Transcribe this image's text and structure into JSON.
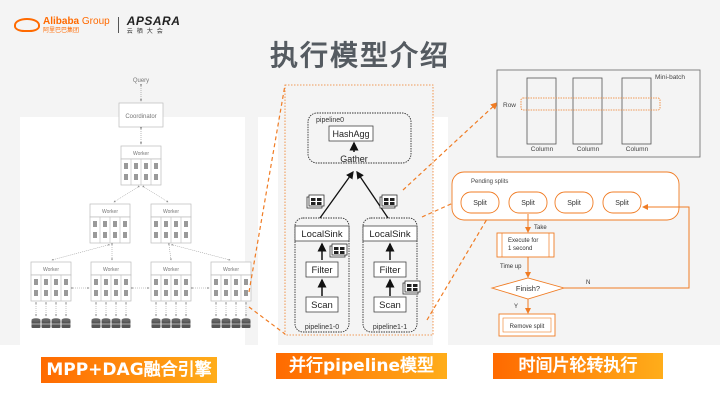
{
  "header": {
    "alibaba_brand": "Alibaba",
    "alibaba_group": "Group",
    "alibaba_cn": "阿里巴巴集团",
    "apsara_en": "APSARA",
    "apsara_cn": "云栖大会"
  },
  "title": "执行模型介绍",
  "colors": {
    "accent": "#ff6a00",
    "accent_light": "#ffad1a",
    "background": "#f4f4f4",
    "title_text": "#555b61"
  },
  "mpp_diagram": {
    "query_label": "Query",
    "coordinator_label": "Coordinator",
    "worker_label": "Worker",
    "levels": [
      1,
      2,
      4
    ],
    "tasks_per_worker": 4,
    "disks_per_leaf_worker": 4
  },
  "pipeline_diagram": {
    "pipeline0": {
      "label": "pipeline0",
      "ops": [
        "HashAgg",
        "Gather"
      ]
    },
    "pipelines": [
      {
        "label": "pipeline1-0",
        "ops": [
          "LocalSink",
          "Filter",
          "Scan"
        ]
      },
      {
        "label": "pipeline1-1",
        "ops": [
          "LocalSink",
          "Filter",
          "Scan"
        ]
      }
    ]
  },
  "minibatch": {
    "title": "Mini-batch",
    "row_label": "Row",
    "column_labels": [
      "Column",
      "Column",
      "Column"
    ]
  },
  "scheduler": {
    "pending_label": "Pending splits",
    "splits": [
      "Split",
      "Split",
      "Split",
      "Split"
    ],
    "take_label": "Take",
    "execute_label_line1": "Execute for",
    "execute_label_line2": "1 second",
    "timeup_label": "Time up",
    "decision_label": "Finish?",
    "no_label": "N",
    "yes_label": "Y",
    "remove_label": "Remove split"
  },
  "badges": [
    "MPP+DAG融合引擎",
    "并行pipeline模型",
    "时间片轮转执行"
  ]
}
